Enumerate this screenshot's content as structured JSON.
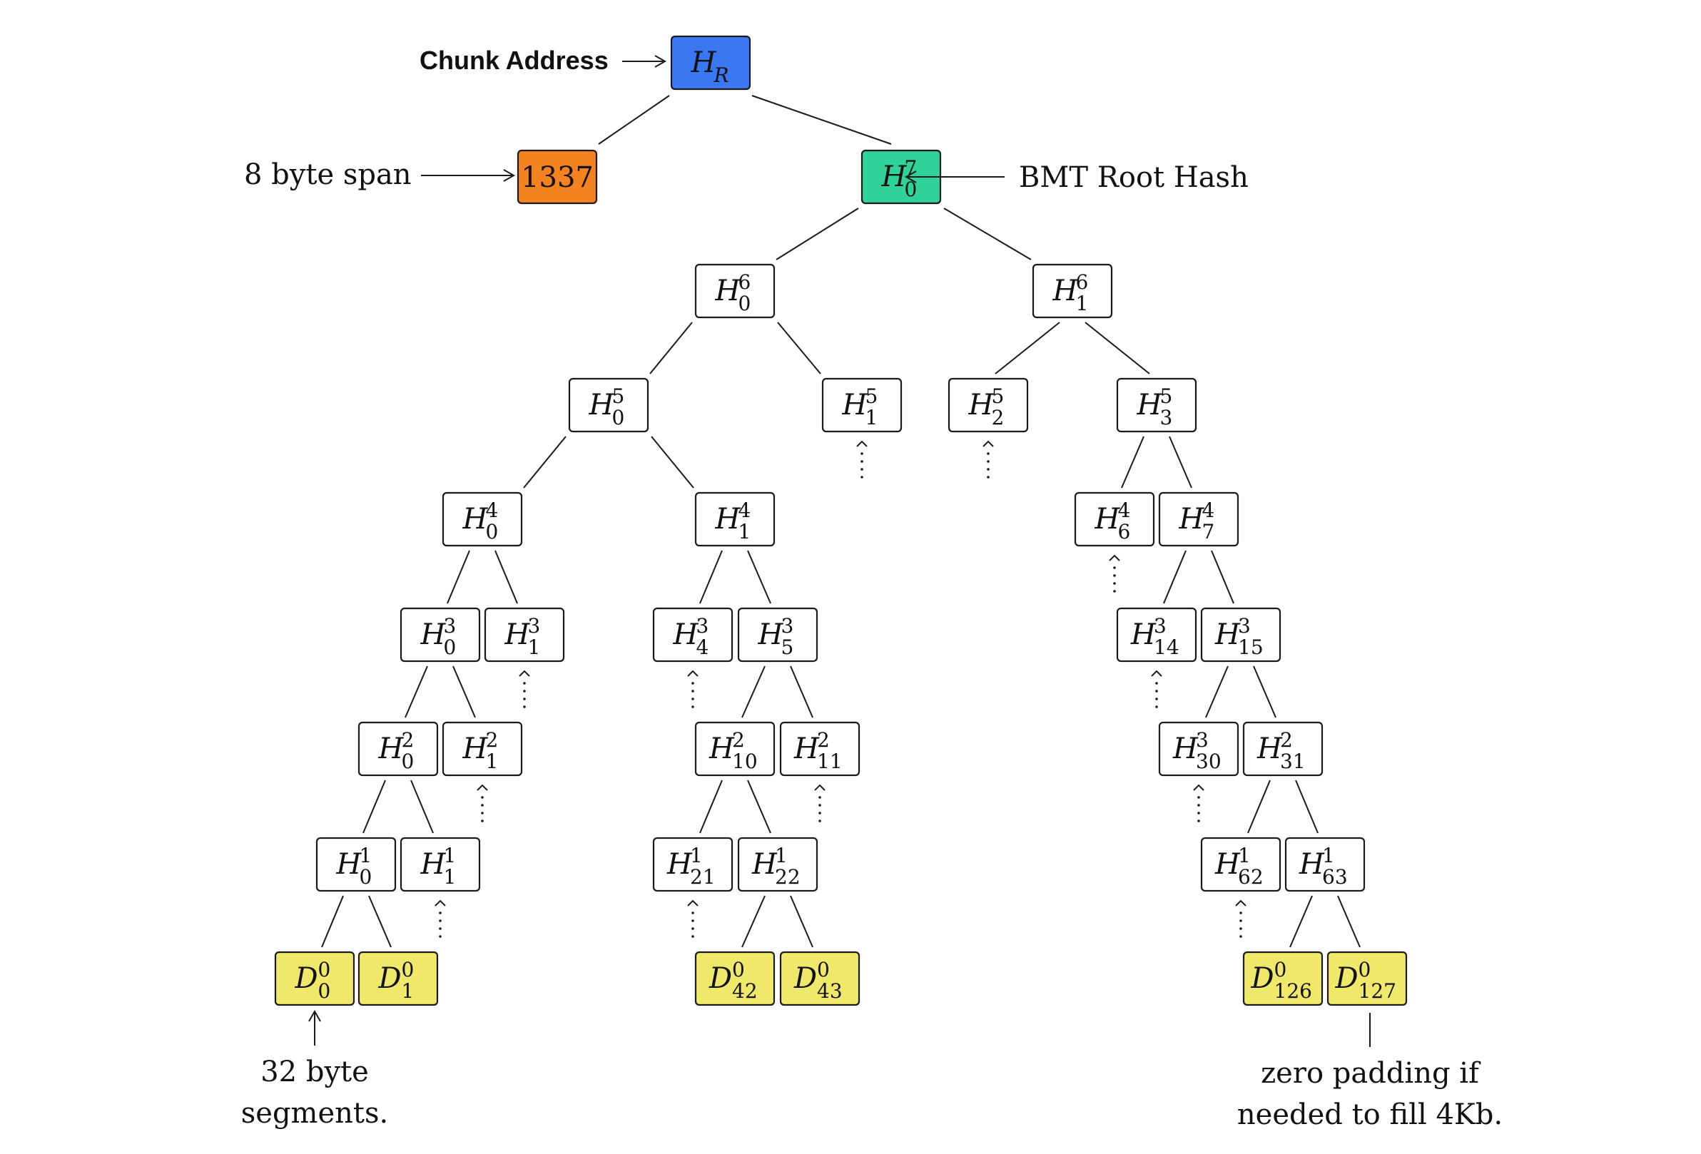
{
  "annotations": {
    "chunk_address": "Chunk Address",
    "span": "8 byte span",
    "bmt_root": "BMT Root Hash",
    "segments_line1": "32 byte",
    "segments_line2": "segments.",
    "padding_line1": "zero padding if",
    "padding_line2": "needed to fill 4Kb."
  },
  "colors": {
    "root": "#3a78f2",
    "span": "#f58220",
    "bmt": "#2fd39a",
    "data": "#f0e86a",
    "default": "#ffffff"
  },
  "nodes": [
    {
      "id": "HR",
      "letter": "H",
      "sub": "R",
      "color": "root"
    },
    {
      "id": "span",
      "text": "1337",
      "color": "span"
    },
    {
      "id": "H7_0",
      "letter": "H",
      "sup": "7",
      "sub": "0",
      "color": "bmt"
    },
    {
      "id": "H6_0",
      "letter": "H",
      "sup": "6",
      "sub": "0"
    },
    {
      "id": "H6_1",
      "letter": "H",
      "sup": "6",
      "sub": "1"
    },
    {
      "id": "H5_0",
      "letter": "H",
      "sup": "5",
      "sub": "0"
    },
    {
      "id": "H5_1",
      "letter": "H",
      "sup": "5",
      "sub": "1"
    },
    {
      "id": "H5_2",
      "letter": "H",
      "sup": "5",
      "sub": "2"
    },
    {
      "id": "H5_3",
      "letter": "H",
      "sup": "5",
      "sub": "3"
    },
    {
      "id": "H4_0",
      "letter": "H",
      "sup": "4",
      "sub": "0"
    },
    {
      "id": "H4_1",
      "letter": "H",
      "sup": "4",
      "sub": "1"
    },
    {
      "id": "H4_6",
      "letter": "H",
      "sup": "4",
      "sub": "6"
    },
    {
      "id": "H4_7",
      "letter": "H",
      "sup": "4",
      "sub": "7"
    },
    {
      "id": "H3_0",
      "letter": "H",
      "sup": "3",
      "sub": "0"
    },
    {
      "id": "H3_1",
      "letter": "H",
      "sup": "3",
      "sub": "1"
    },
    {
      "id": "H3_4",
      "letter": "H",
      "sup": "3",
      "sub": "4"
    },
    {
      "id": "H3_5",
      "letter": "H",
      "sup": "3",
      "sub": "5"
    },
    {
      "id": "H3_14",
      "letter": "H",
      "sup": "3",
      "sub": "14"
    },
    {
      "id": "H3_15",
      "letter": "H",
      "sup": "3",
      "sub": "15"
    },
    {
      "id": "H2_0",
      "letter": "H",
      "sup": "2",
      "sub": "0"
    },
    {
      "id": "H2_1",
      "letter": "H",
      "sup": "2",
      "sub": "1"
    },
    {
      "id": "H2_10",
      "letter": "H",
      "sup": "2",
      "sub": "10"
    },
    {
      "id": "H2_11",
      "letter": "H",
      "sup": "2",
      "sub": "11"
    },
    {
      "id": "H3_30",
      "letter": "H",
      "sup": "3",
      "sub": "30"
    },
    {
      "id": "H2_31",
      "letter": "H",
      "sup": "2",
      "sub": "31"
    },
    {
      "id": "H1_0",
      "letter": "H",
      "sup": "1",
      "sub": "0"
    },
    {
      "id": "H1_1",
      "letter": "H",
      "sup": "1",
      "sub": "1"
    },
    {
      "id": "H1_21",
      "letter": "H",
      "sup": "1",
      "sub": "21"
    },
    {
      "id": "H1_22",
      "letter": "H",
      "sup": "1",
      "sub": "22"
    },
    {
      "id": "H1_62",
      "letter": "H",
      "sup": "1",
      "sub": "62"
    },
    {
      "id": "H1_63",
      "letter": "H",
      "sup": "1",
      "sub": "63"
    },
    {
      "id": "D0_0",
      "letter": "D",
      "sup": "0",
      "sub": "0",
      "color": "data"
    },
    {
      "id": "D0_1",
      "letter": "D",
      "sup": "0",
      "sub": "1",
      "color": "data"
    },
    {
      "id": "D0_42",
      "letter": "D",
      "sup": "0",
      "sub": "42",
      "color": "data"
    },
    {
      "id": "D0_43",
      "letter": "D",
      "sup": "0",
      "sub": "43",
      "color": "data"
    },
    {
      "id": "D0_126",
      "letter": "D",
      "sup": "0",
      "sub": "126",
      "color": "data"
    },
    {
      "id": "D0_127",
      "letter": "D",
      "sup": "0",
      "sub": "127",
      "color": "data"
    }
  ]
}
